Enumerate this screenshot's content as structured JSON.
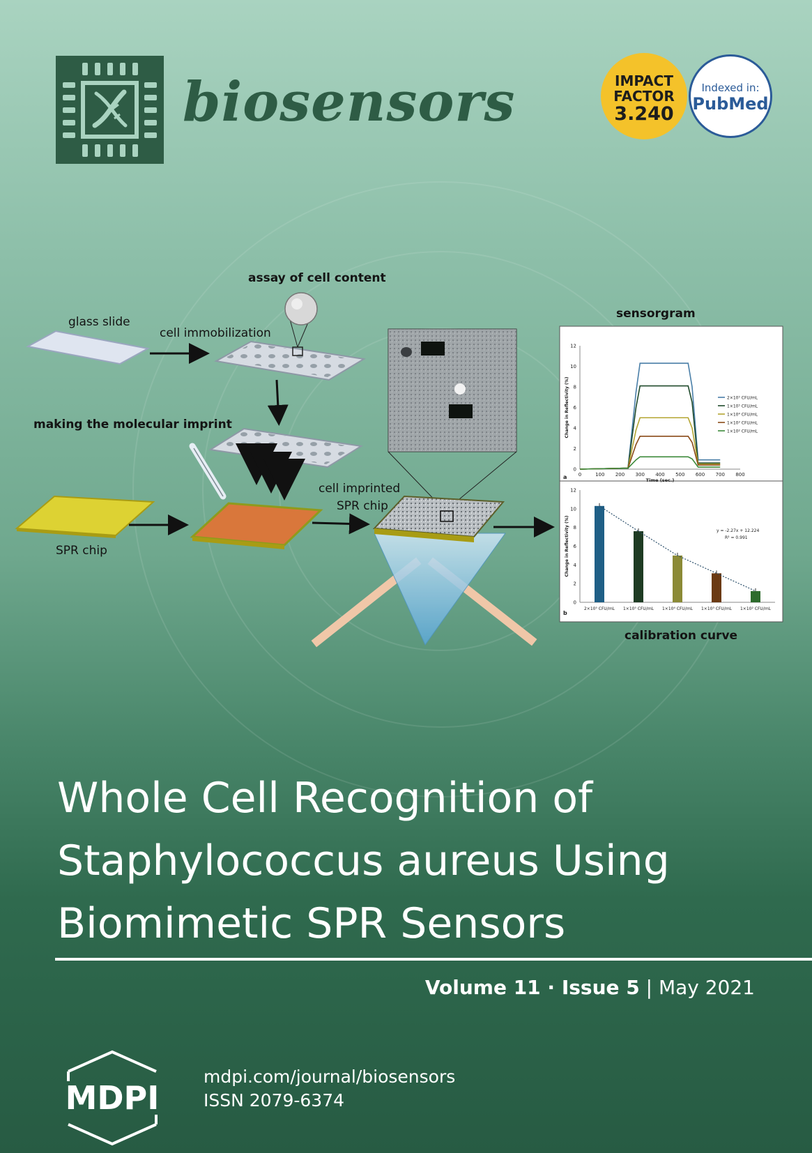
{
  "journal": {
    "name": "biosensors",
    "impact": {
      "line1": "IMPACT",
      "line2": "FACTOR",
      "value": "3.240"
    },
    "indexed": {
      "line1": "Indexed in:",
      "line2": "PubMed"
    }
  },
  "figure": {
    "labels": {
      "assay": "assay of cell content",
      "glass_slide": "glass slide",
      "cell_immobilization": "cell immobilization",
      "molecular_imprint": "making the molecular imprint",
      "spr_chip": "SPR chip",
      "cell_imprinted_line1": "cell imprinted",
      "cell_imprinted_line2": "SPR chip",
      "sensorgram": "sensorgram",
      "calibration_curve": "calibration curve"
    }
  },
  "chart_data": [
    {
      "type": "line",
      "title": "sensorgram",
      "panel_label": "a",
      "xlabel": "Time (sec.)",
      "ylabel": "Change in Reflectivity (%)",
      "xlim": [
        0,
        800
      ],
      "ylim": [
        0,
        12
      ],
      "x_ticks": [
        "0",
        "100",
        "200",
        "300",
        "400",
        "500",
        "600",
        "700",
        "800"
      ],
      "y_ticks": [
        "0",
        "2",
        "4",
        "6",
        "8",
        "10",
        "12"
      ],
      "legend_position": "right",
      "series": [
        {
          "name": "2×10⁵ CFU/mL",
          "color": "#4a7fa8",
          "x": [
            0,
            240,
            280,
            300,
            540,
            560,
            590,
            700
          ],
          "y": [
            0,
            0.1,
            7.5,
            10.3,
            10.3,
            8.0,
            0.9,
            0.9
          ]
        },
        {
          "name": "1×10⁵ CFU/mL",
          "color": "#1f4a2b",
          "x": [
            0,
            240,
            280,
            300,
            540,
            560,
            590,
            700
          ],
          "y": [
            0,
            0.1,
            6.0,
            8.1,
            8.1,
            6.5,
            0.6,
            0.6
          ]
        },
        {
          "name": "1×10⁴ CFU/mL",
          "color": "#b4a532",
          "x": [
            0,
            240,
            280,
            300,
            540,
            560,
            590,
            700
          ],
          "y": [
            0,
            0.1,
            3.8,
            5.0,
            5.0,
            4.0,
            0.5,
            0.5
          ]
        },
        {
          "name": "1×10³ CFU/mL",
          "color": "#8a4b18",
          "x": [
            0,
            240,
            280,
            300,
            540,
            560,
            590,
            700
          ],
          "y": [
            0,
            0.1,
            2.4,
            3.2,
            3.2,
            2.6,
            0.4,
            0.4
          ]
        },
        {
          "name": "1×10² CFU/mL",
          "color": "#3c8a3a",
          "x": [
            0,
            240,
            280,
            300,
            540,
            560,
            590,
            700
          ],
          "y": [
            0,
            0.1,
            0.9,
            1.2,
            1.2,
            1.0,
            0.2,
            0.2
          ]
        }
      ]
    },
    {
      "type": "bar",
      "title": "calibration curve",
      "panel_label": "b",
      "ylabel": "Change in Reflectivity (%)",
      "ylim": [
        0,
        12
      ],
      "y_ticks": [
        "0",
        "2",
        "4",
        "6",
        "8",
        "10",
        "12"
      ],
      "categories": [
        "2×10⁵ CFU/mL",
        "1×10⁵ CFU/mL",
        "1×10⁴ CFU/mL",
        "1×10³ CFU/mL",
        "1×10² CFU/mL"
      ],
      "values": [
        10.3,
        7.6,
        5.0,
        3.1,
        1.2
      ],
      "colors": [
        "#1f5f86",
        "#1e3b23",
        "#8b8a36",
        "#6b3a13",
        "#2d6b2c"
      ],
      "fit_equation": "y = -2.27x + 12.224",
      "fit_r2": "R² = 0.991"
    }
  ],
  "title": {
    "line1": "Whole Cell Recognition of",
    "line2": "Staphylococcus aureus Using",
    "line3": "Biomimetic SPR Sensors"
  },
  "issue": {
    "volume": "Volume 11",
    "sep": " · ",
    "issue": "Issue 5",
    "bar": " | ",
    "date": "May 2021"
  },
  "publisher": {
    "logo_text": "MDPI",
    "url": "mdpi.com/journal/biosensors",
    "issn": "ISSN 2079-6374"
  }
}
